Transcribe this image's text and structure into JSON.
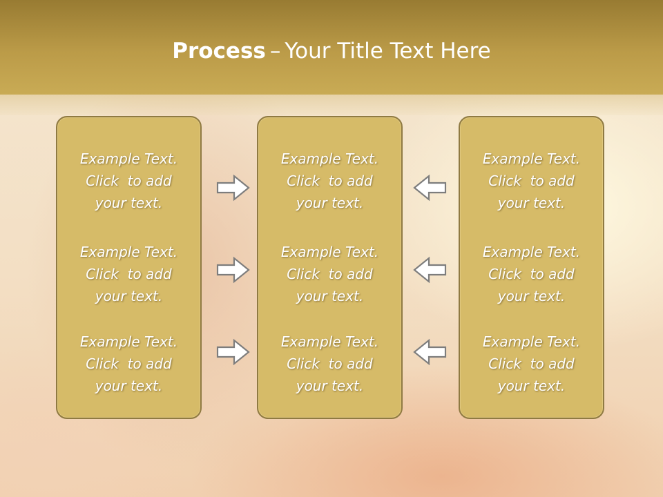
{
  "slide": {
    "title_bold": "Process",
    "title_dash": "–",
    "title_rest": "Your Title Text Here"
  },
  "columns": [
    {
      "blocks": [
        {
          "line1": "Example Text.",
          "line2": "Click  to add",
          "line3": "your text."
        },
        {
          "line1": "Example Text.",
          "line2": "Click  to add",
          "line3": "your text."
        },
        {
          "line1": "Example Text.",
          "line2": "Click  to add",
          "line3": "your text."
        }
      ]
    },
    {
      "blocks": [
        {
          "line1": "Example Text.",
          "line2": "Click  to add",
          "line3": "your text."
        },
        {
          "line1": "Example Text.",
          "line2": "Click  to add",
          "line3": "your text."
        },
        {
          "line1": "Example Text.",
          "line2": "Click  to add",
          "line3": "your text."
        }
      ]
    },
    {
      "blocks": [
        {
          "line1": "Example Text.",
          "line2": "Click  to add",
          "line3": "your text."
        },
        {
          "line1": "Example Text.",
          "line2": "Click  to add",
          "line3": "your text."
        },
        {
          "line1": "Example Text.",
          "line2": "Click  to add",
          "line3": "your text."
        }
      ]
    }
  ],
  "arrows": {
    "left_group": "arrow-right-icon",
    "right_group": "arrow-left-icon"
  },
  "colors": {
    "header": "#bb9b48",
    "panel_fill": "#d6bb68",
    "panel_border": "#8f7a42",
    "arrow_fill": "#ffffff",
    "arrow_stroke": "#7d7d7d"
  }
}
